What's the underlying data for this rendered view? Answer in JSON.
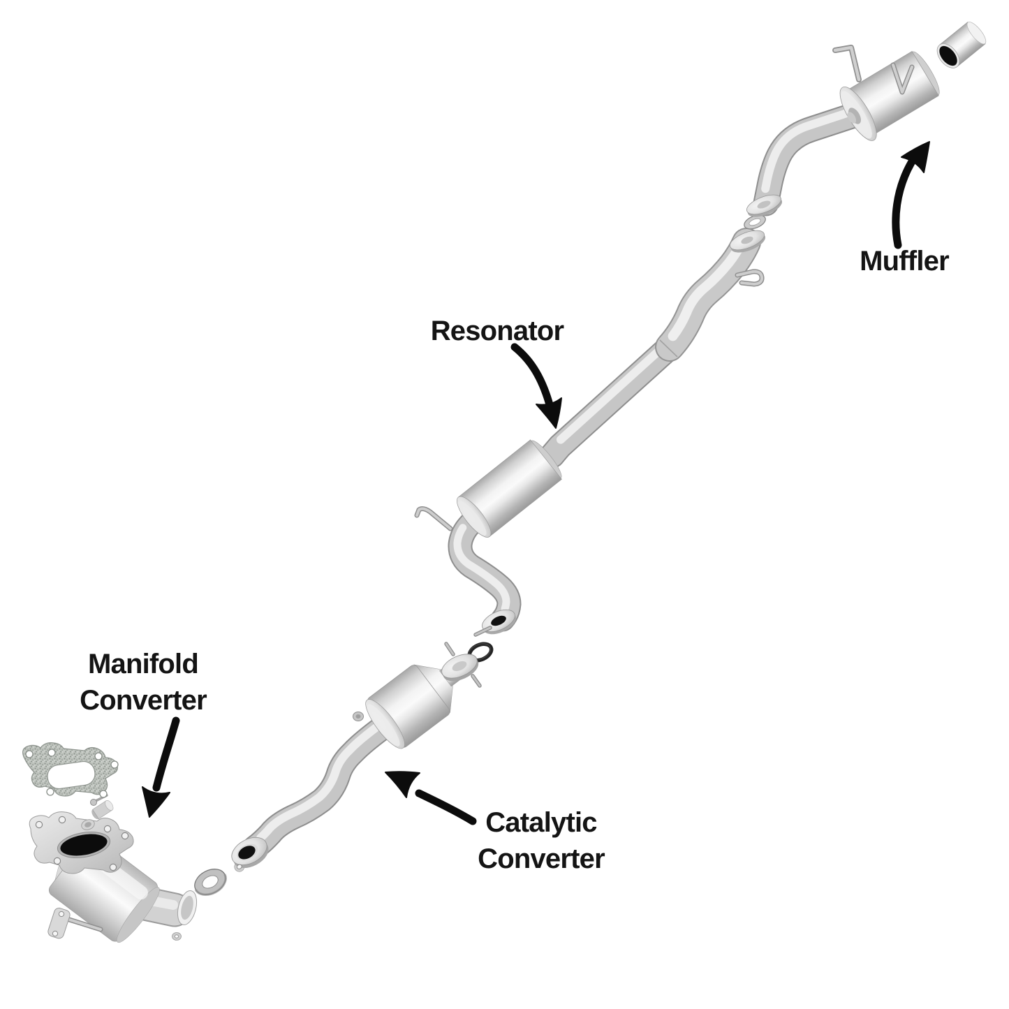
{
  "diagram": {
    "labels": {
      "muffler": {
        "text": "Muffler"
      },
      "resonator": {
        "text": "Resonator"
      },
      "manifold_converter": {
        "line1": "Manifold",
        "line2": "Converter"
      },
      "catalytic_converter": {
        "line1": "Catalytic",
        "line2": "Converter"
      }
    },
    "colors": {
      "background": "#ffffff",
      "label_text": "#141414",
      "arrow": "#0c0c0c",
      "metal_highlight": "#f5f5f5",
      "metal_mid": "#c6c6c6",
      "metal_edge": "#8e8e8e",
      "gasket_speckle": "#bdc2bc",
      "opening_black": "#0c0c0c"
    }
  }
}
